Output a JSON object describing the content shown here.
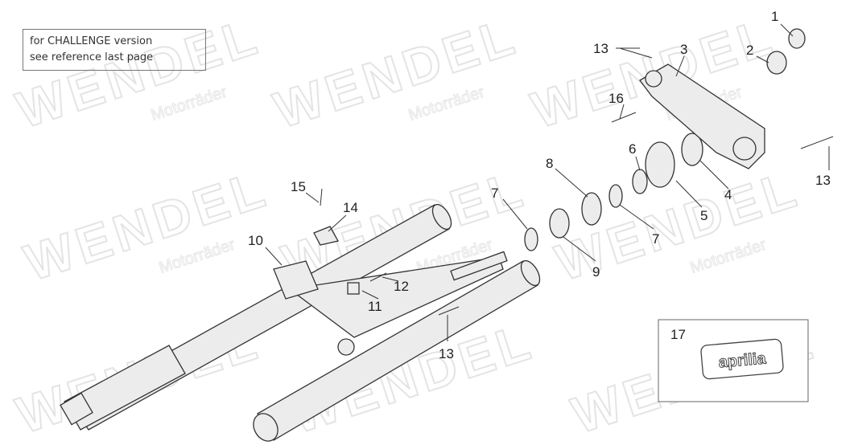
{
  "note": {
    "line1": "for CHALLENGE version",
    "line2": "see reference last page"
  },
  "watermark": {
    "brand": "WENDEL",
    "sub": "Motorräder"
  },
  "callouts": [
    "13",
    "3",
    "2",
    "1",
    "16",
    "6",
    "8",
    "4",
    "5",
    "13",
    "7",
    "7",
    "9",
    "15",
    "14",
    "10",
    "12",
    "11",
    "13"
  ],
  "inset": {
    "number": "17",
    "badge_text": "aprilia"
  }
}
